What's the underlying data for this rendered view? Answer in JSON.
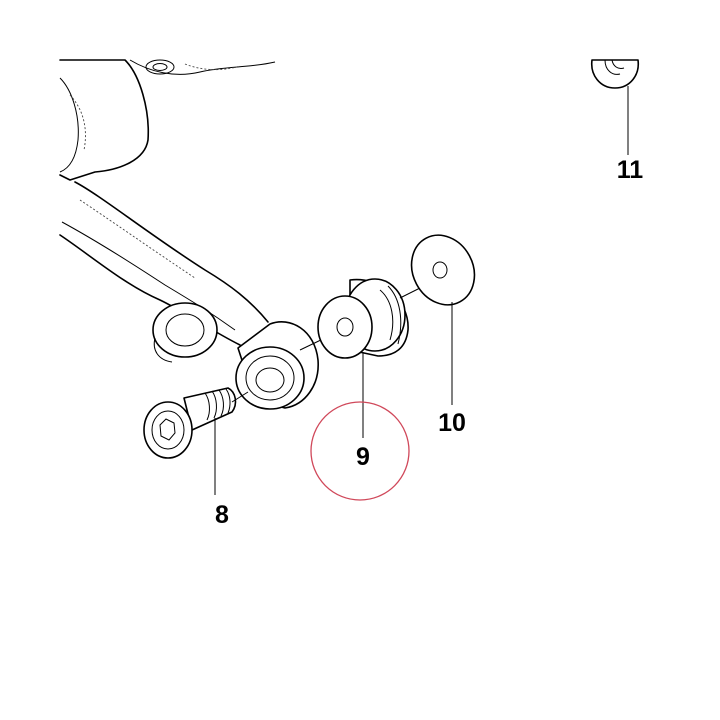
{
  "diagram": {
    "callouts": [
      {
        "id": "part-8",
        "label": "8"
      },
      {
        "id": "part-9",
        "label": "9"
      },
      {
        "id": "part-10",
        "label": "10"
      },
      {
        "id": "part-11",
        "label": "11"
      }
    ],
    "highlight": {
      "target": "part-9",
      "color": "#d0485a"
    },
    "line_color": "#000000",
    "background": "#ffffff"
  }
}
